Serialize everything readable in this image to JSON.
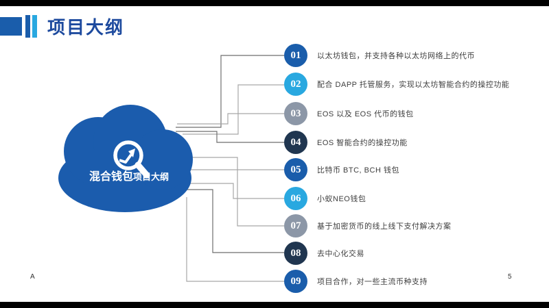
{
  "slide": {
    "title": "项目大纲",
    "footer_note": "A",
    "page_number": "5",
    "cloud": {
      "label_primary": "混合钱包",
      "label_secondary": "项目大纲",
      "icon": "magnifier-trend-icon",
      "color": "#1b5cad"
    },
    "colors": {
      "accent_dark_blue": "#1a5dab",
      "accent_light_blue": "#29a8e0",
      "accent_gray": "#8c97a7",
      "accent_navy": "#203650",
      "title_text": "#1d4a9e",
      "connector_gray": "#a6a6a6",
      "connector_dark": "#6e6e6e"
    },
    "items": [
      {
        "num": "01",
        "text": "以太坊钱包，并支持各种以太坊网络上的代币",
        "color": "#1a5dab"
      },
      {
        "num": "02",
        "text": "配合 DAPP 托管服务，实现以太坊智能合约的操控功能",
        "color": "#29a8e0"
      },
      {
        "num": "03",
        "text": "EOS 以及 EOS 代币的钱包",
        "color": "#8c97a7"
      },
      {
        "num": "04",
        "text": "EOS 智能合约的操控功能",
        "color": "#203650"
      },
      {
        "num": "05",
        "text": "比特币 BTC, BCH 钱包",
        "color": "#1a5dab"
      },
      {
        "num": "06",
        "text": "小蚁NEO钱包",
        "color": "#29a8e0"
      },
      {
        "num": "07",
        "text": "基于加密货币的线上线下支付解决方案",
        "color": "#8c97a7"
      },
      {
        "num": "08",
        "text": "去中心化交易",
        "color": "#203650"
      },
      {
        "num": "09",
        "text": "项目合作，对一些主流币种支持",
        "color": "#1a5dab"
      }
    ]
  }
}
